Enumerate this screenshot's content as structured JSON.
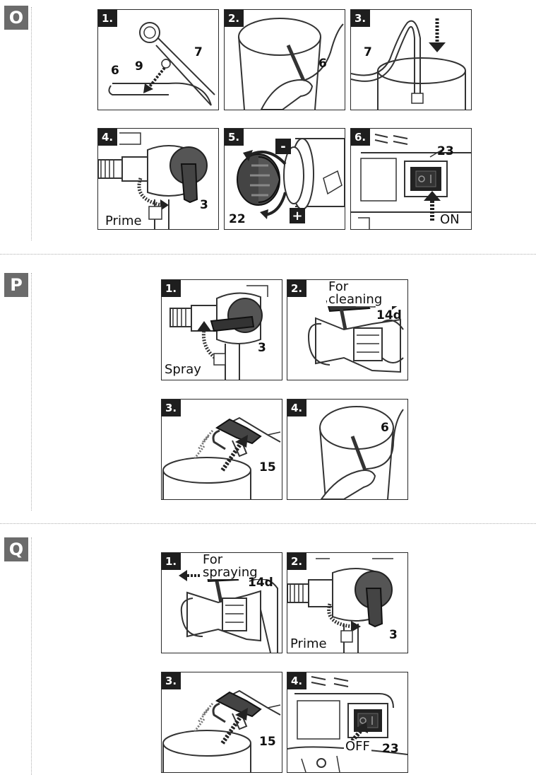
{
  "sections": [
    {
      "letter": "O",
      "panels": [
        {
          "step": "1.",
          "labels": [
            "7",
            "9",
            "6"
          ]
        },
        {
          "step": "2.",
          "labels": [
            "6"
          ]
        },
        {
          "step": "3.",
          "labels": [
            "7"
          ]
        },
        {
          "step": "4.",
          "caption": "Prime",
          "labels": [
            "3"
          ]
        },
        {
          "step": "5.",
          "labels": [
            "22"
          ],
          "minus": "-",
          "plus": "+"
        },
        {
          "step": "6.",
          "labels": [
            "23"
          ],
          "caption": "ON"
        }
      ]
    },
    {
      "letter": "P",
      "panels": [
        {
          "step": "1.",
          "caption": "Spray",
          "labels": [
            "3"
          ]
        },
        {
          "step": "2.",
          "caption": "For cleaning",
          "labels": [
            "14d"
          ]
        },
        {
          "step": "3.",
          "labels": [
            "15"
          ]
        },
        {
          "step": "4.",
          "labels": [
            "6"
          ]
        }
      ]
    },
    {
      "letter": "Q",
      "panels": [
        {
          "step": "1.",
          "caption": "For spraying",
          "labels": [
            "14d"
          ]
        },
        {
          "step": "2.",
          "caption": "Prime",
          "labels": [
            "3"
          ]
        },
        {
          "step": "3.",
          "labels": [
            "15"
          ]
        },
        {
          "step": "4.",
          "caption": "OFF",
          "labels": [
            "23"
          ]
        }
      ]
    }
  ]
}
